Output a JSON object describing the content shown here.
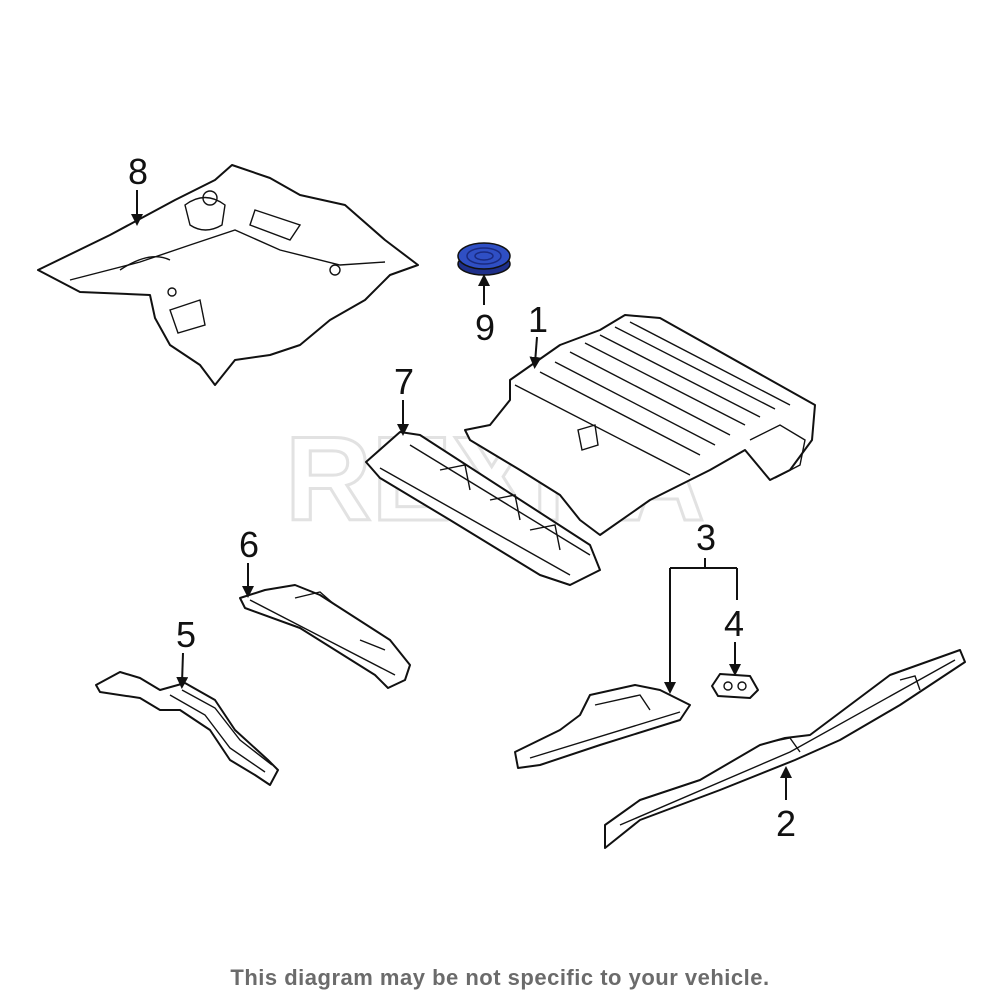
{
  "callouts": [
    "1",
    "2",
    "3",
    "4",
    "5",
    "6",
    "7",
    "8",
    "9"
  ],
  "watermark": "REXKA",
  "footer": "This diagram may be not specific to your vehicle.",
  "colors": {
    "highlight_part": "#2f4fc4",
    "footer_text": "#6b6b6b"
  }
}
